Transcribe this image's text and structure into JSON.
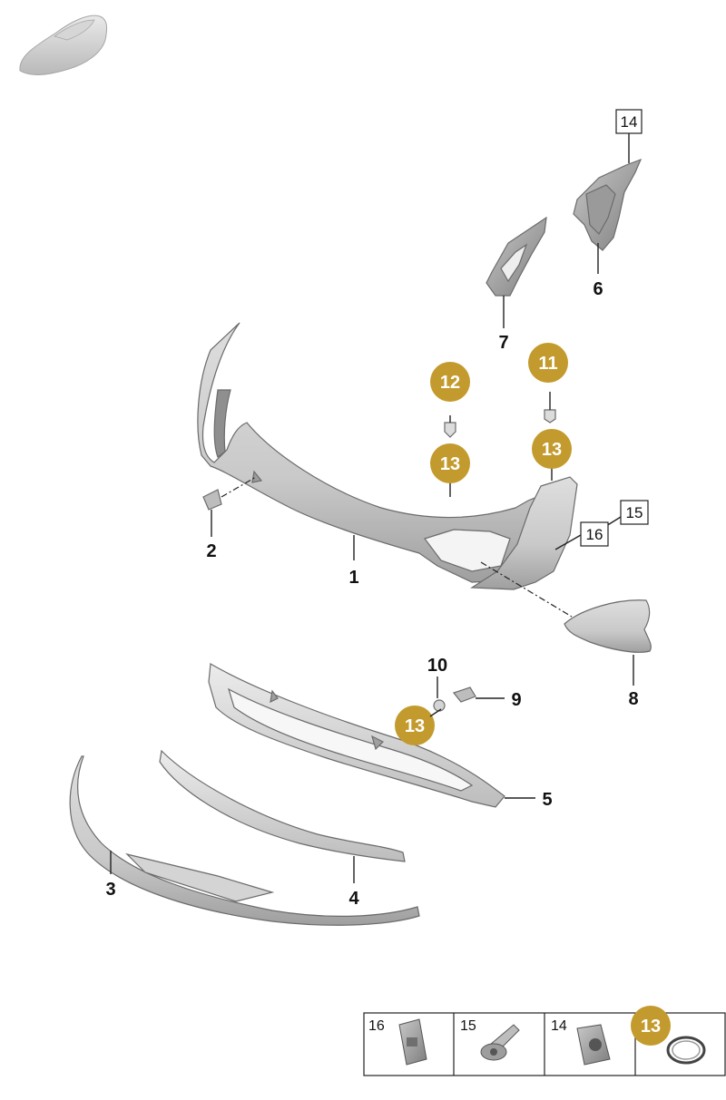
{
  "badge_color": "#C39A2D",
  "callouts": {
    "p1": "1",
    "p2": "2",
    "p3": "3",
    "p4": "4",
    "p5": "5",
    "p6": "6",
    "p7": "7",
    "p8": "8",
    "p9": "9",
    "p10": "10",
    "box14": "14",
    "box15": "15",
    "box16": "16"
  },
  "badges": {
    "b11": "11",
    "b12": "12",
    "b13a": "13",
    "b13b": "13",
    "b13c": "13"
  },
  "legend": [
    {
      "label": "16",
      "icon": "clip-nut-icon"
    },
    {
      "label": "15",
      "icon": "screw-icon"
    },
    {
      "label": "14",
      "icon": "clip-nut-icon"
    },
    {
      "label": "13",
      "icon": "o-ring-icon"
    }
  ]
}
